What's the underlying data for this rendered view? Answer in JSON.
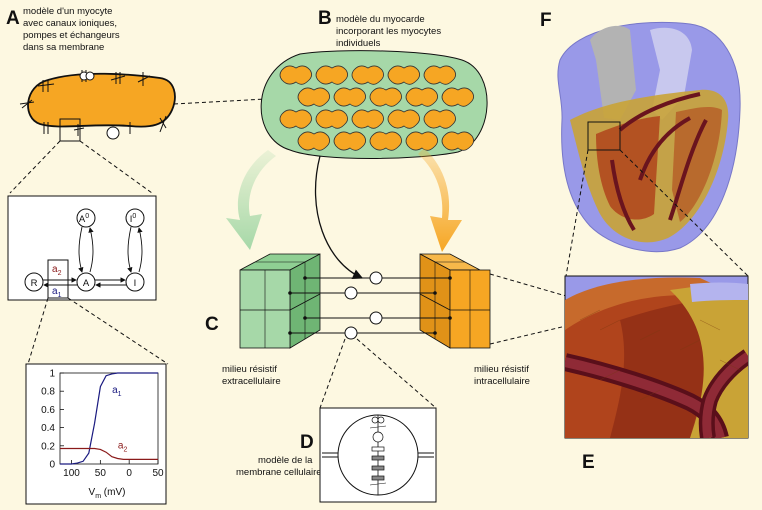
{
  "panels": {
    "A": {
      "letter": "A",
      "desc": [
        "modèle d'un myocyte",
        "avec canaux ioniques,",
        "pompes et échangeurs",
        "dans sa membrane"
      ]
    },
    "B": {
      "letter": "B",
      "desc": [
        "modèle du myocarde",
        "incorporant les myocytes",
        "individuels"
      ]
    },
    "C": {
      "letter": "C",
      "left_label": [
        "milieu résistif",
        "extracellulaire"
      ],
      "right_label": [
        "milieu résistif",
        "intracellulaire"
      ]
    },
    "D": {
      "letter": "D",
      "desc": [
        "modèle de la",
        "membrane cellulaire"
      ]
    },
    "E": {
      "letter": "E"
    },
    "F": {
      "letter": "F"
    }
  },
  "markov": {
    "states": [
      "R",
      "A",
      "I",
      "A",
      "I"
    ],
    "superscripts": [
      "0",
      "0"
    ],
    "gates": [
      {
        "base": "a",
        "sub": "2"
      },
      {
        "base": "a",
        "sub": "1"
      }
    ]
  },
  "chart_data": {
    "type": "line",
    "x": [
      120,
      110,
      100,
      90,
      80,
      70,
      60,
      50,
      40,
      30,
      20,
      10,
      0,
      -10,
      -20,
      -30,
      -40,
      -50
    ],
    "series": [
      {
        "name": "a1",
        "values": [
          0.0,
          0.0,
          0.0,
          0.01,
          0.03,
          0.12,
          0.45,
          0.85,
          0.97,
          0.99,
          1.0,
          1.0,
          1.0,
          1.0,
          1.0,
          1.0,
          1.0,
          1.0
        ],
        "color": "#1a1a80"
      },
      {
        "name": "a2",
        "values": [
          0.17,
          0.17,
          0.17,
          0.17,
          0.17,
          0.17,
          0.17,
          0.16,
          0.13,
          0.08,
          0.06,
          0.05,
          0.05,
          0.05,
          0.05,
          0.05,
          0.05,
          0.05
        ],
        "color": "#8a1a1a"
      }
    ],
    "yticks": [
      "0",
      "0.2",
      "0.4",
      "0.6",
      "0.8",
      "1"
    ],
    "xticks": [
      "100",
      "50",
      "0",
      "50"
    ],
    "xlabel_base": "V",
    "xlabel_sub": "m",
    "xlabel_unit": " (mV)",
    "ylim": [
      0,
      1
    ],
    "xlim": [
      120,
      -50
    ]
  }
}
